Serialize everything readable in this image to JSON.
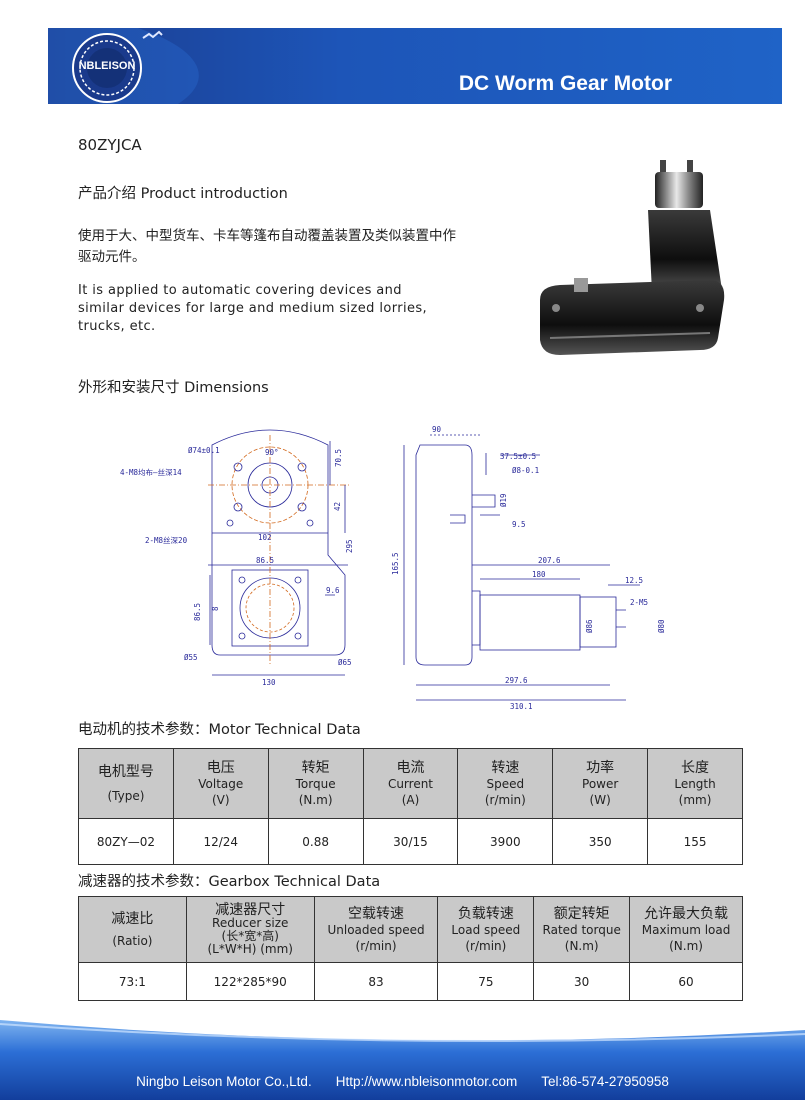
{
  "header": {
    "title": "DC Worm Gear Motor",
    "logo_text": "NBLEISON"
  },
  "model": "80ZYJCA",
  "intro": {
    "title": "产品介绍 Product introduction",
    "text_cn": "使用于大、中型货车、卡车等篷布自动覆盖装置及类似装置中作驱动元件。",
    "text_en": "It is applied to automatic covering devices and similar devices for large and medium sized lorries, trucks, etc."
  },
  "dimensions": {
    "title": "外形和安装尺寸 Dimensions",
    "labels": {
      "d74": "Ø74±0.1",
      "a90": "90°",
      "h4m8": "4-M8均布—丝深14",
      "m8": "2-M8丝深20",
      "v70": "70.5",
      "v42": "42",
      "w102": "102",
      "v295": "295",
      "w86": "86.5",
      "v86": "86.5",
      "v8": "8",
      "v96": "9.6",
      "d55": "Ø55",
      "d65": "Ø65",
      "w130": "130",
      "top90": "90",
      "s375": "37.5±0.5",
      "d8": "Ø8-0.1",
      "d19": "Ø19",
      "v95": "9.5",
      "v1655": "165.5",
      "w2076": "207.6",
      "w180": "180",
      "w125": "12.5",
      "m5": "2-M5",
      "d86": "Ø86",
      "d80": "Ø80",
      "w2976": "297.6",
      "w3101": "310.1"
    }
  },
  "motor": {
    "title": "电动机的技术参数：Motor Technical Data",
    "headers": [
      {
        "cn": "电机型号",
        "en": "",
        "unit": "(Type)"
      },
      {
        "cn": "电压",
        "en": "Voltage",
        "unit": "(V)"
      },
      {
        "cn": "转矩",
        "en": "Torque",
        "unit": "(N.m)"
      },
      {
        "cn": "电流",
        "en": "Current",
        "unit": "(A)"
      },
      {
        "cn": "转速",
        "en": "Speed",
        "unit": "(r/min)"
      },
      {
        "cn": "功率",
        "en": "Power",
        "unit": "(W)"
      },
      {
        "cn": "长度",
        "en": "Length",
        "unit": "(mm)"
      }
    ],
    "row": [
      "80ZY—02",
      "12/24",
      "0.88",
      "30/15",
      "3900",
      "350",
      "155"
    ]
  },
  "gearbox": {
    "title": "减速器的技术参数：Gearbox Technical Data",
    "headers": [
      {
        "cn": "减速比",
        "en": "",
        "unit": "(Ratio)"
      },
      {
        "cn": "减速器尺寸",
        "en": "Reducer size",
        "extra": "(长*宽*高)",
        "unit": "(L*W*H) (mm)"
      },
      {
        "cn": "空载转速",
        "en": "Unloaded speed",
        "unit": "(r/min)"
      },
      {
        "cn": "负载转速",
        "en": "Load speed",
        "unit": "(r/min)"
      },
      {
        "cn": "额定转矩",
        "en": "Rated torque",
        "unit": "(N.m)"
      },
      {
        "cn": "允许最大负载",
        "en": "Maximum load",
        "unit": "(N.m)"
      }
    ],
    "row": [
      "73:1",
      "122*285*90",
      "83",
      "75",
      "30",
      "60"
    ]
  },
  "footer": {
    "company": "Ningbo Leison Motor Co.,Ltd.",
    "website": "Http://www.nbleisonmotor.com",
    "tel": "Tel:86-574-27950958"
  }
}
